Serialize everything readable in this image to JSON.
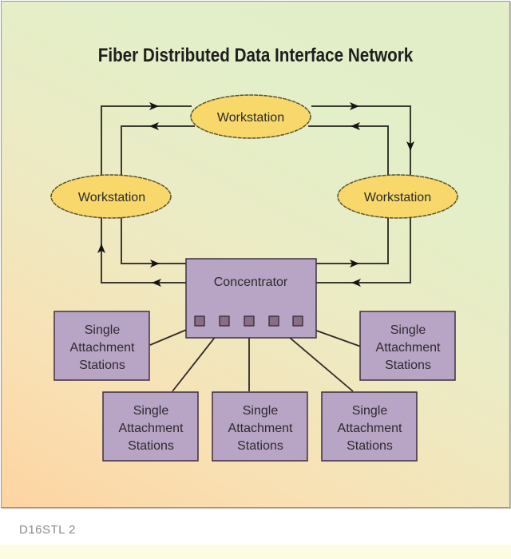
{
  "title": "Fiber Distributed Data Interface Network",
  "figure_id": "D16STL 2",
  "colors": {
    "workstation_fill": "#f8d86a",
    "workstation_stroke": "#5a5030",
    "box_fill": "#b8a4c4",
    "box_stroke": "#3c3040",
    "port_fill": "#8a6c86",
    "line": "#3a3a30"
  },
  "nodes": {
    "workstation_top": "Workstation",
    "workstation_left": "Workstation",
    "workstation_right": "Workstation",
    "concentrator": "Concentrator"
  },
  "stations": [
    {
      "line1": "Single",
      "line2": "Attachment",
      "line3": "Stations"
    },
    {
      "line1": "Single",
      "line2": "Attachment",
      "line3": "Stations"
    },
    {
      "line1": "Single",
      "line2": "Attachment",
      "line3": "Stations"
    },
    {
      "line1": "Single",
      "line2": "Attachment",
      "line3": "Stations"
    },
    {
      "line1": "Single",
      "line2": "Attachment",
      "line3": "Stations"
    }
  ],
  "concentrator_ports": 5
}
